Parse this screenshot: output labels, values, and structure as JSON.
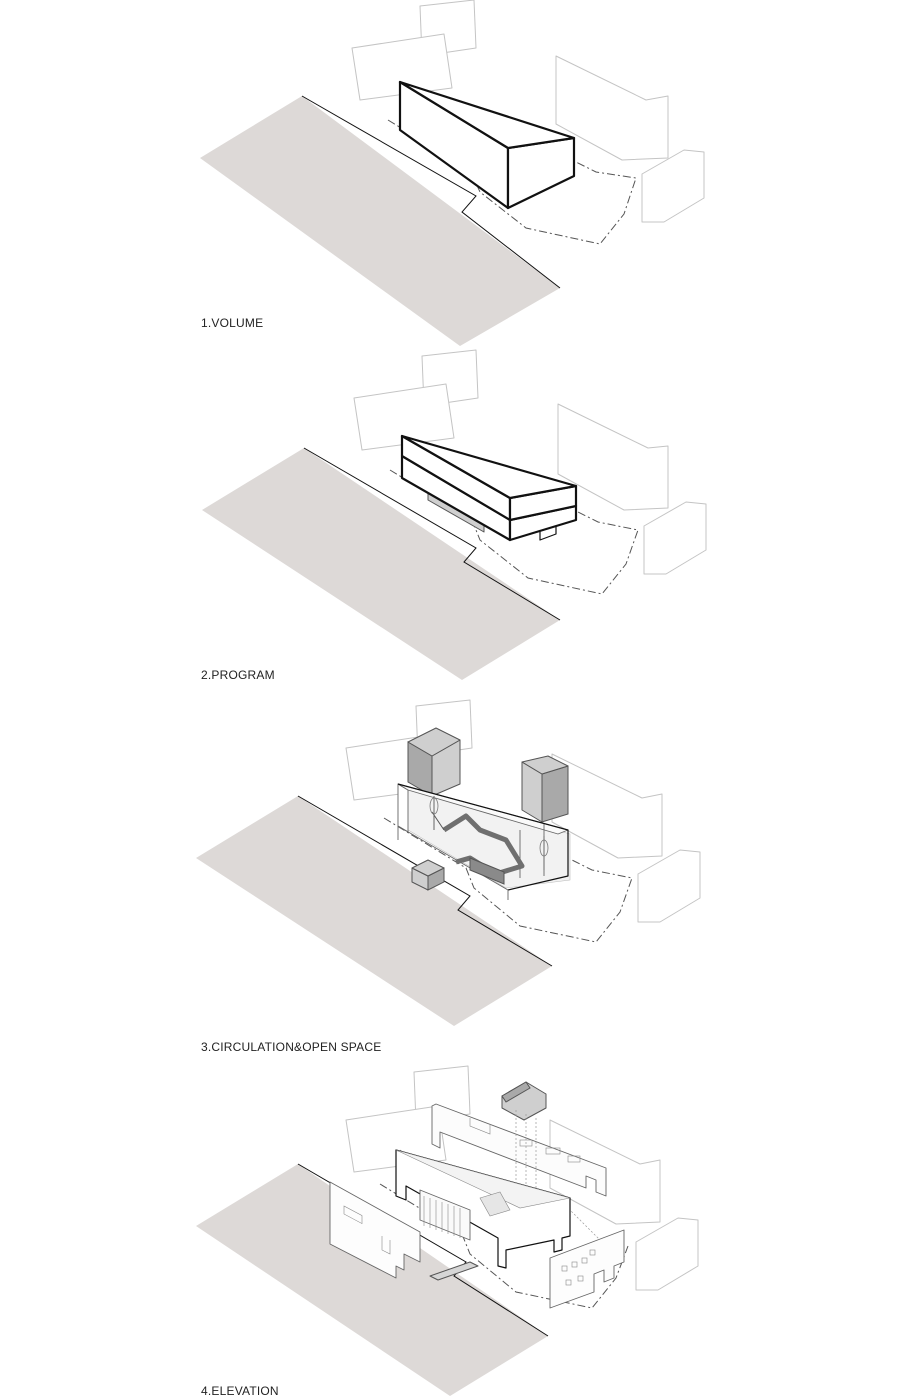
{
  "captions": [
    {
      "label": "1.VOLUME"
    },
    {
      "label": "2.PROGRAM"
    },
    {
      "label": "3.CIRCULATION&OPEN SPACE"
    },
    {
      "label": "4.ELEVATION"
    }
  ],
  "colors": {
    "road": "#ddd9d7",
    "context_stroke": "#c4c4c4",
    "building_stroke": "#111111",
    "core_fill": "#cfcfcf"
  }
}
